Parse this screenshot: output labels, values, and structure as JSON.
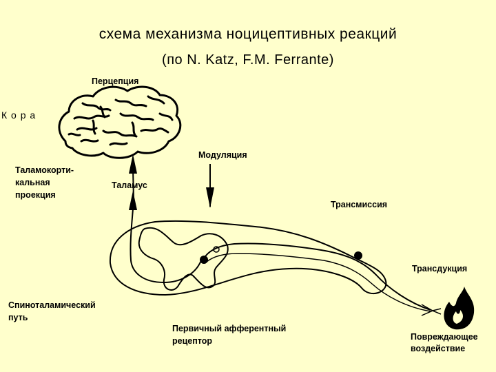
{
  "title": "схема механизма ноцицептивных реакций",
  "subtitle": "(по N. Katz, F.M. Ferrante)",
  "labels": {
    "perception": "Перцепция",
    "cortex": "К о р а",
    "thalamocortical_1": "Таламокорти-",
    "thalamocortical_2": "кальная",
    "thalamocortical_3": "проекция",
    "thalamus": "Таламус",
    "modulation": "Модуляция",
    "transmission": "Трансмиссия",
    "transduction": "Трансдукция",
    "spinothalamic_1": "Спиноталамический",
    "spinothalamic_2": "путь",
    "afferent_1": "Первичный афферентный",
    "afferent_2": "рецептор",
    "damaging_1": "Повреждающее",
    "damaging_2": "воздействие"
  },
  "colors": {
    "background": "#FFFFCC",
    "ink": "#000000"
  },
  "icons": {
    "brain": "brain-icon",
    "flame": "flame-icon"
  }
}
